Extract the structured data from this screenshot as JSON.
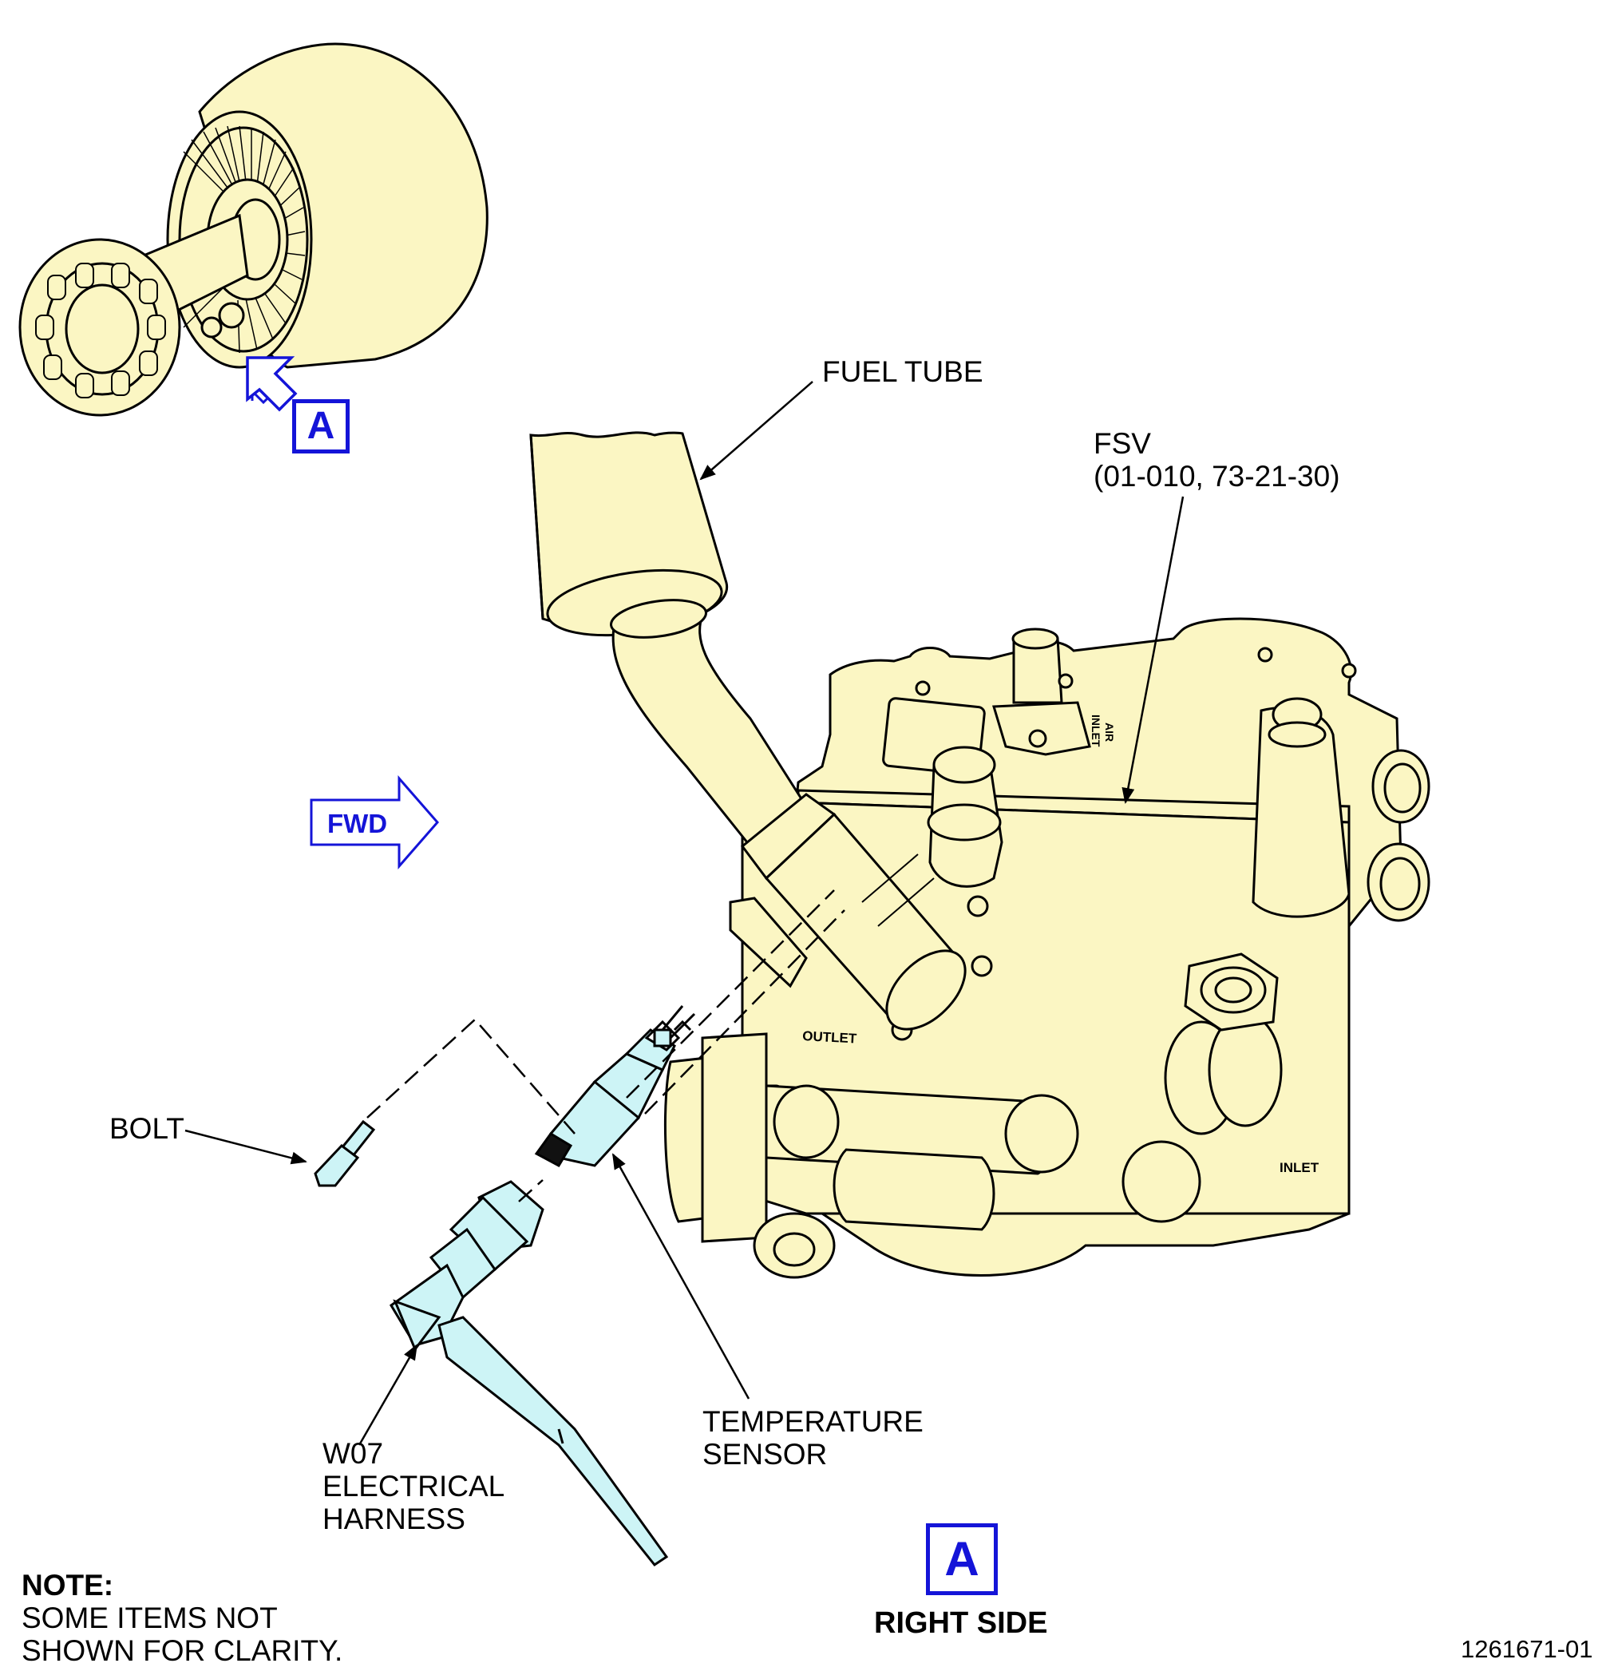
{
  "labels": {
    "fuel_tube": "FUEL TUBE",
    "fsv_line1": "FSV",
    "fsv_line2": "(01-010, 73-21-30)",
    "bolt": "BOLT",
    "temp_line1": "TEMPERATURE",
    "temp_line2": "SENSOR",
    "harness_line1": "W07",
    "harness_line2": "ELECTRICAL",
    "harness_line3": "HARNESS",
    "fwd": "FWD",
    "outlet": "OUTLET",
    "inlet": "INLET",
    "air_inlet_1": "AIR",
    "air_inlet_2": "INLET"
  },
  "view_marker_top": "A",
  "view_marker_bottom": "A",
  "view_caption": "RIGHT SIDE",
  "note": {
    "title": "NOTE:",
    "line1": "SOME ITEMS NOT",
    "line2": "SHOWN FOR CLARITY."
  },
  "figure_id": "1261671-01",
  "colors": {
    "part_fill": "#fbf6c3",
    "removed_part_fill": "#cdf4f6",
    "callout_blue": "#1414d8",
    "line": "#000000"
  }
}
